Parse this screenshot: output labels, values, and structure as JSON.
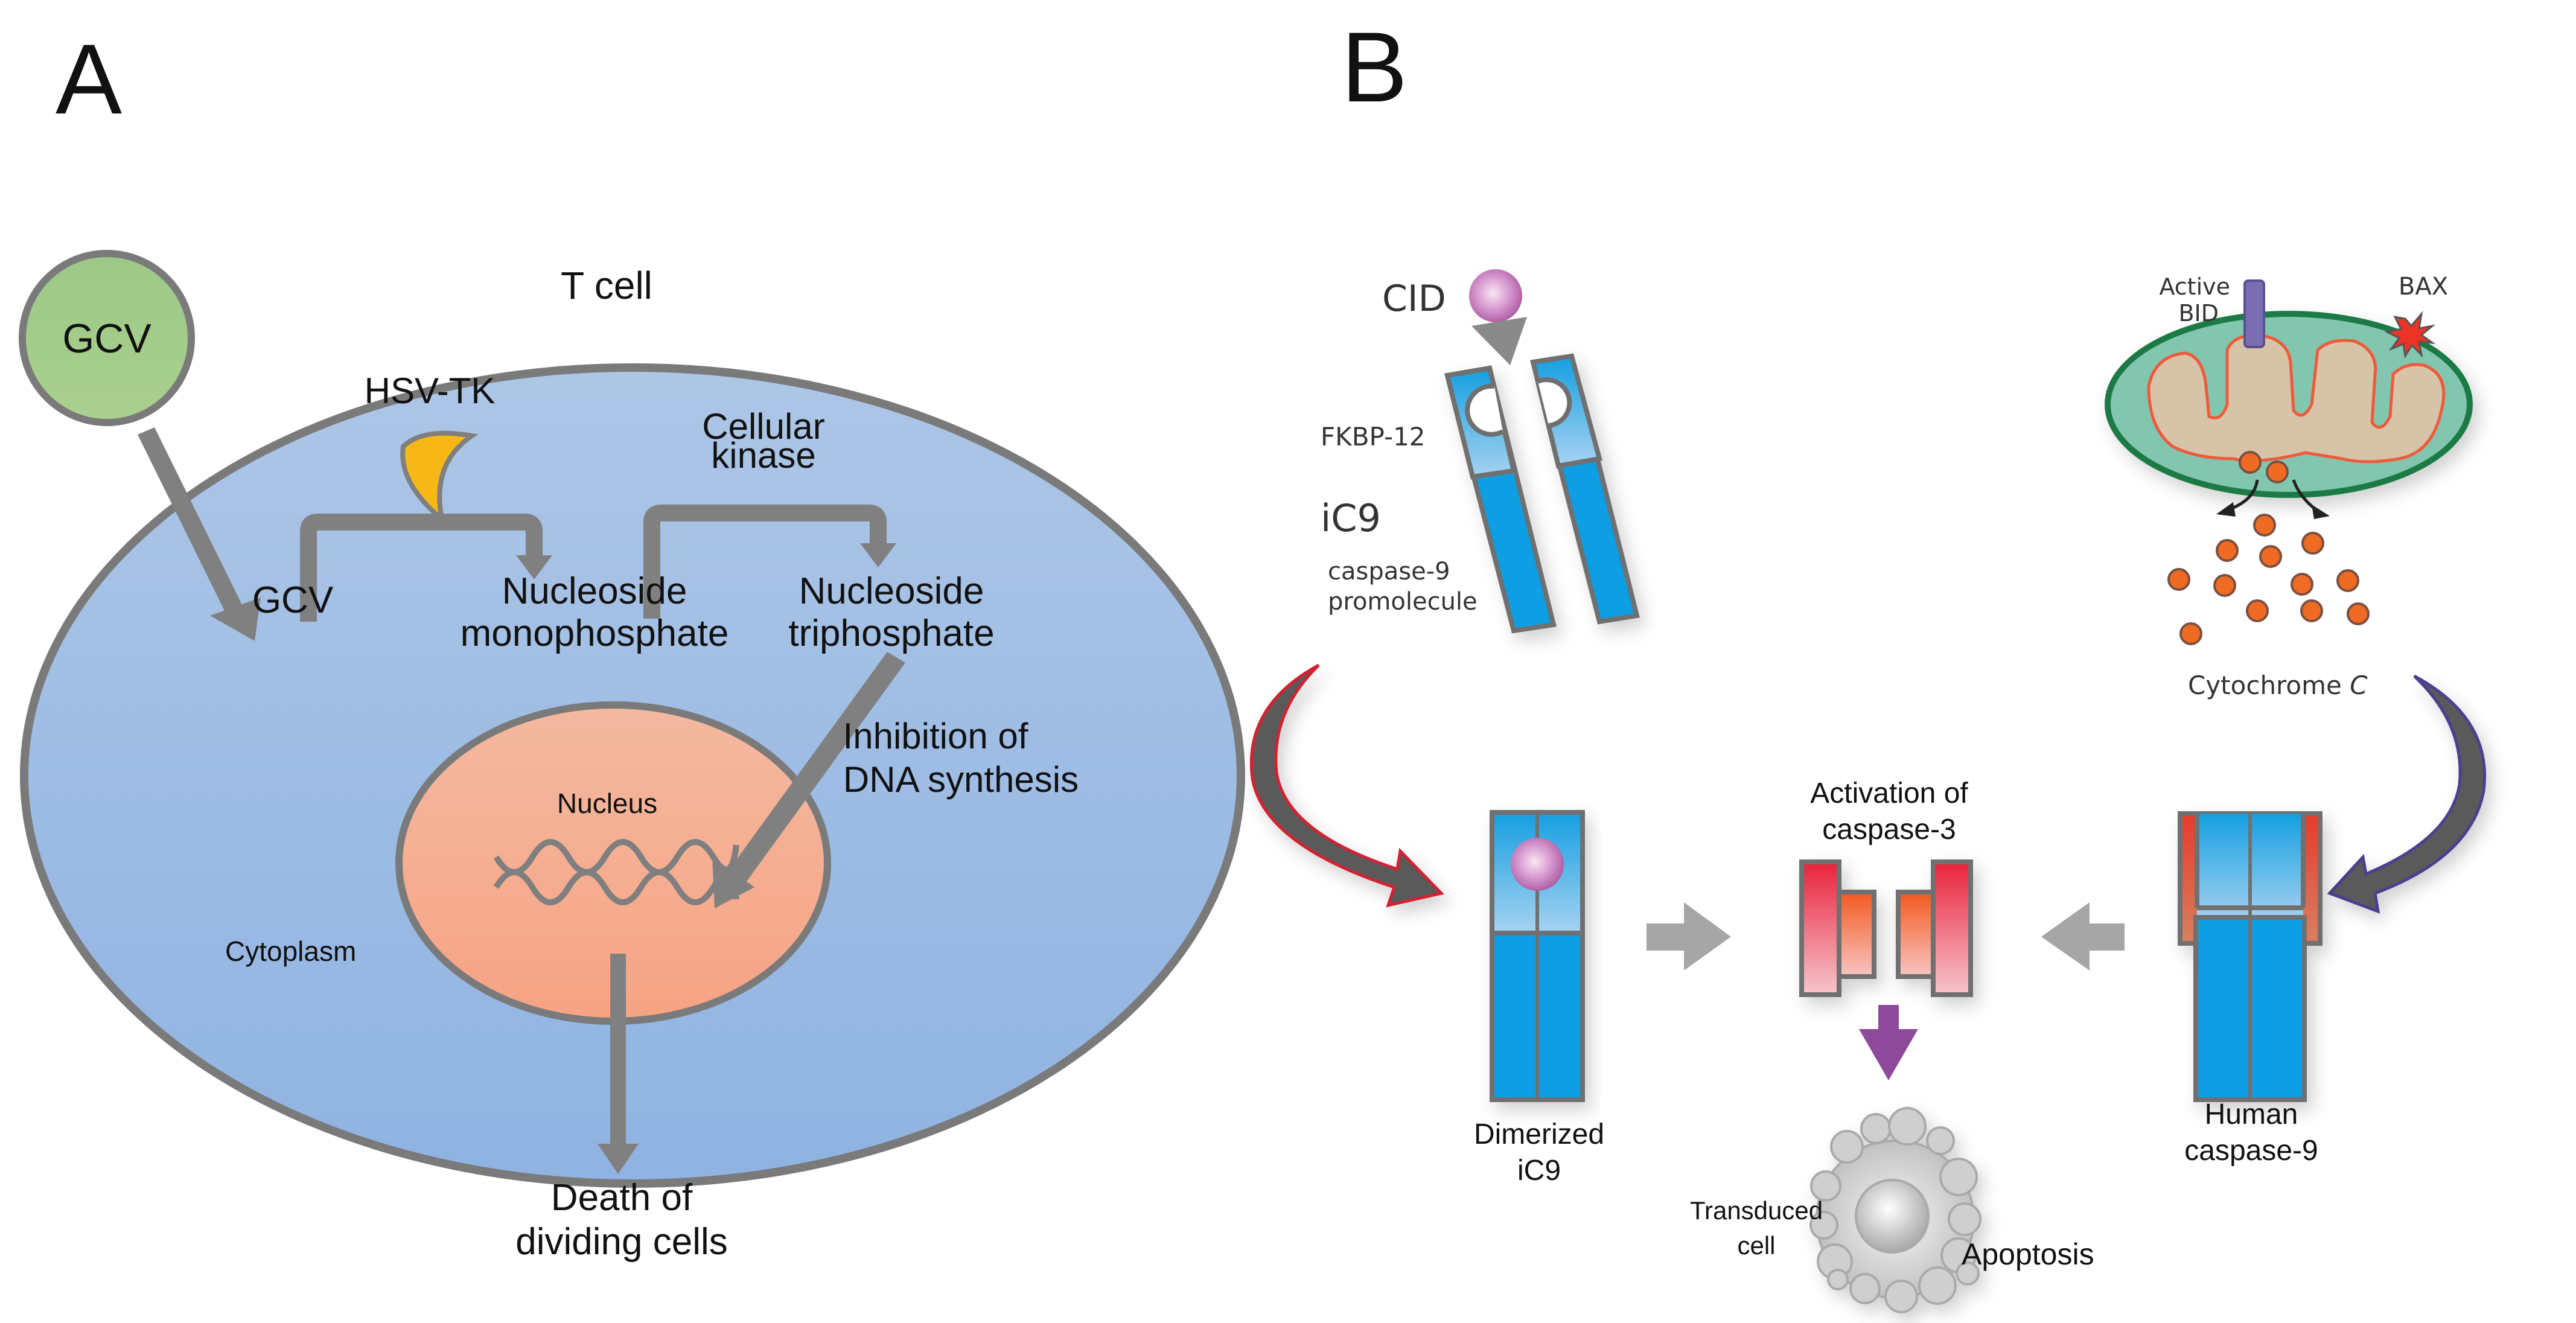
{
  "panels": {
    "a": {
      "letter": "A",
      "cell_title": "T cell",
      "gcv_outside": "GCV",
      "gcv_inside": "GCV",
      "enzyme_hsv": "HSV-TK",
      "cellular_kinase": [
        "Cellular",
        "kinase"
      ],
      "nucleoside_mono": [
        "Nucleoside",
        "monophosphate"
      ],
      "nucleoside_tri": [
        "Nucleoside",
        "triphosphate"
      ],
      "inhibition": [
        "Inhibition of",
        "DNA synthesis"
      ],
      "nucleus": "Nucleus",
      "cytoplasm": "Cytoplasm",
      "outcome": [
        "Death of",
        "dividing cells"
      ]
    },
    "b": {
      "letter": "B",
      "cid": "CID",
      "fkbp": "FKBP-12",
      "ic9": "iC9",
      "promolecule": [
        "caspase-9",
        "promolecule"
      ],
      "active_bid": [
        "Active",
        "BID"
      ],
      "bax": "BAX",
      "cytochrome": [
        "Cytochrome ",
        "C"
      ],
      "dimerized": [
        "Dimerized",
        "iC9"
      ],
      "activation": [
        "Activation of",
        "caspase-3"
      ],
      "human_casp9": [
        "Human",
        "caspase-9"
      ],
      "transduced": [
        "Transduced",
        "cell"
      ],
      "apoptosis": "Apoptosis"
    }
  },
  "colors": {
    "cell_fill": "#a4c2e6",
    "cell_stroke": "#7a7a7a",
    "gcv_fill": "#9cc884",
    "hsv_tk_fill": "#f7b716",
    "nucleus_fill": "#f6ad8f",
    "arrow_gray": "#7f7f7f",
    "ic9_blue": "#0e9ee3",
    "cid_purple": "#c07ac0",
    "mito_outer": "#82c6b0",
    "mito_inner": "#d7c4a8",
    "cytochrome_orange": "#ef6a22",
    "caspase3_red": "#e8283c",
    "apoptosis_arrow": "#8e4a9a",
    "left_curve_edge": "#d22030",
    "right_curve_edge": "#4a3f8f"
  }
}
